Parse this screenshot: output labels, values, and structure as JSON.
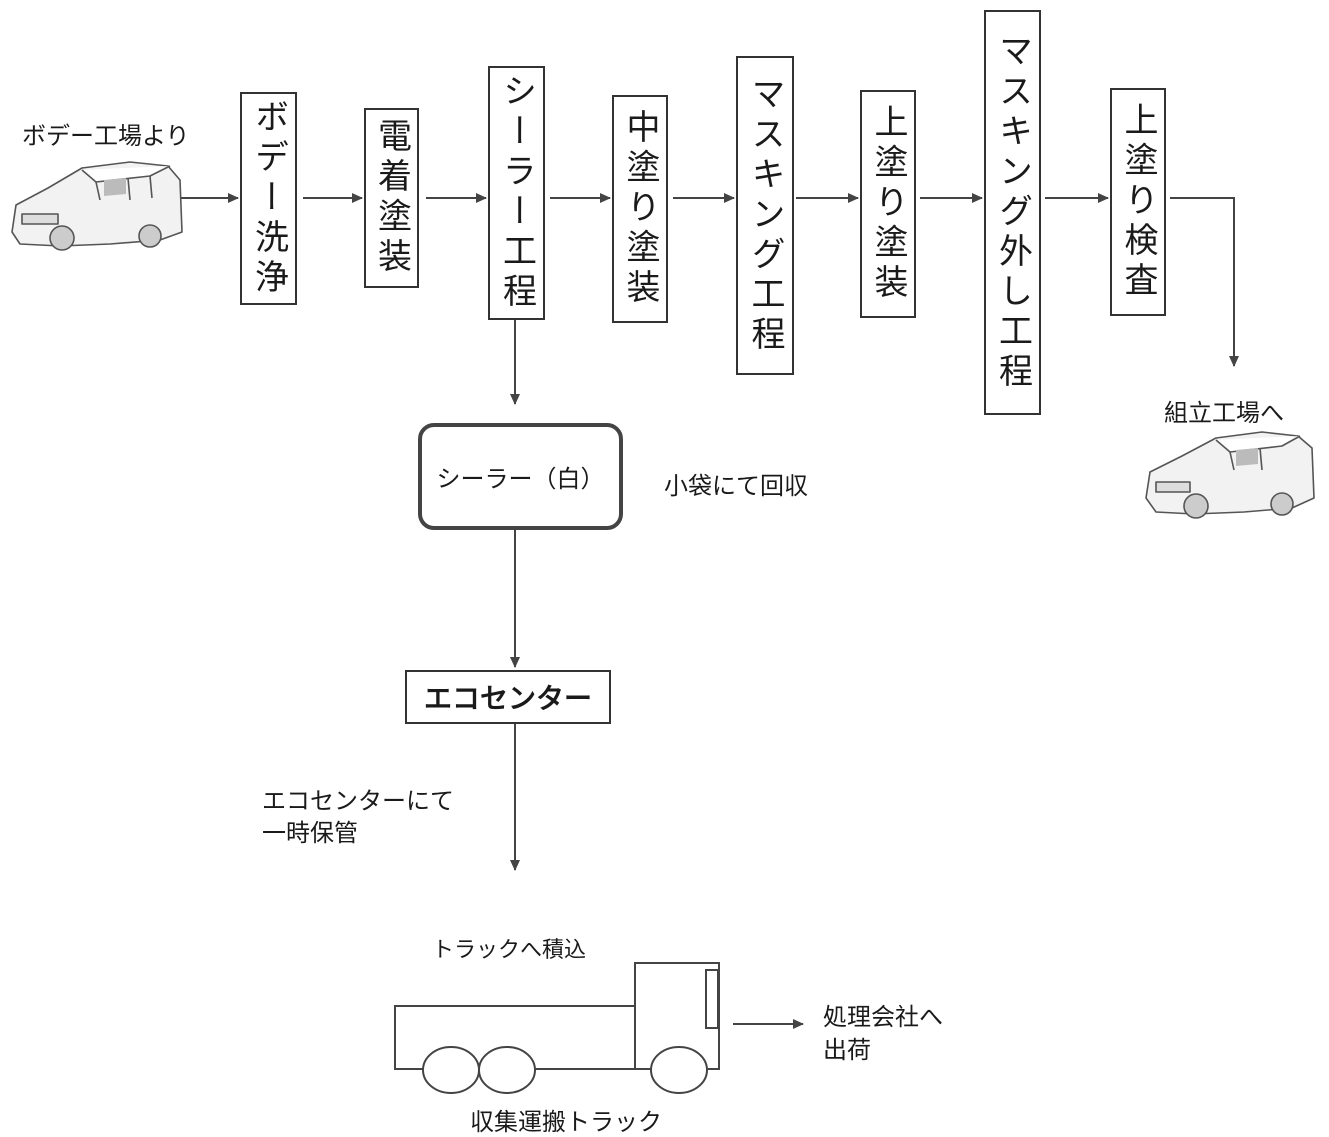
{
  "from_label": "ボデー工場より",
  "to_label": "組立工場へ",
  "steps": [
    "ボデー洗浄",
    "電着塗装",
    "シーラー工程",
    "中塗り塗装",
    "マスキング工程",
    "上塗り塗装",
    "マスキング外し工程",
    "上塗り検査"
  ],
  "waste": {
    "name": "シーラー（白）",
    "note": "小袋にて回収"
  },
  "eco_center": {
    "name": "エコセンター",
    "note_line1": "エコセンターにて",
    "note_line2": "一時保管"
  },
  "truck": {
    "load_label": "トラックへ積込",
    "name": "収集運搬トラック",
    "ship_line1": "処理会社へ",
    "ship_line2": "出荷"
  }
}
